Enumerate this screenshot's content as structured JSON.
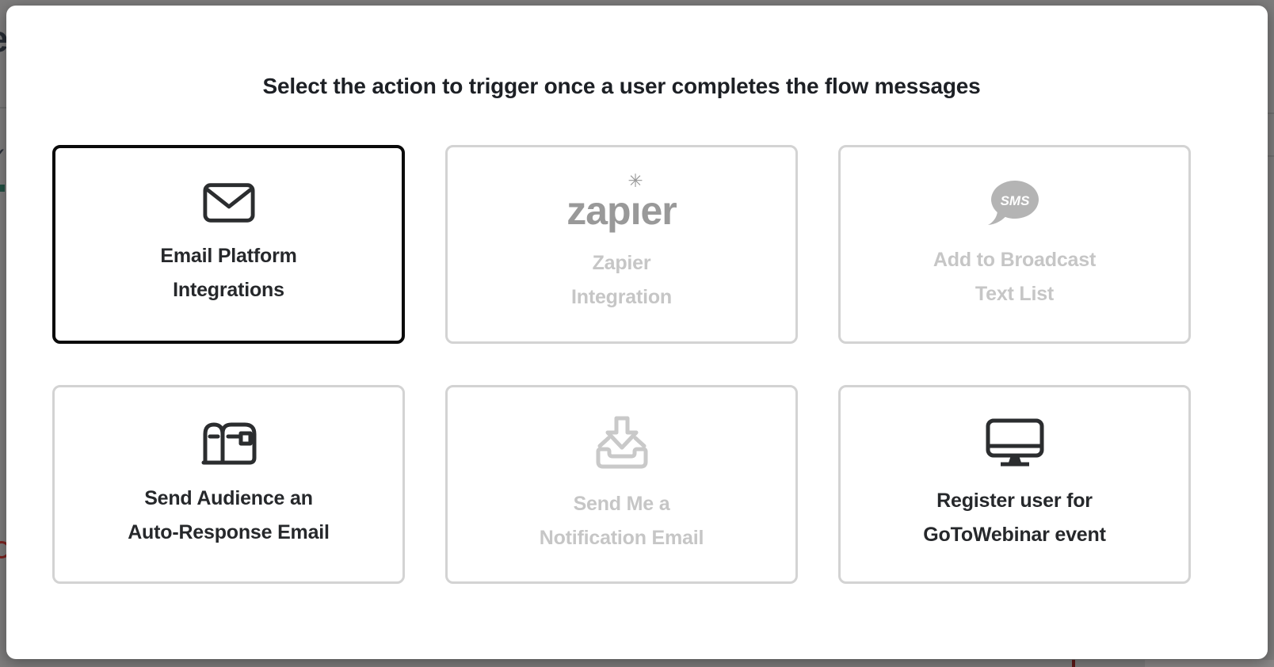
{
  "backdrop": {
    "color": "#7d7c7c",
    "fragments": {
      "letter": "e",
      "check": "✓"
    }
  },
  "modal": {
    "title": "Select the action to trigger once a user completes the flow messages",
    "cards": [
      {
        "label_line1": "Email Platform",
        "label_line2": "Integrations",
        "state": "selected",
        "icon": "envelope-icon"
      },
      {
        "label_line1": "Zapier",
        "label_line2": "Integration",
        "state": "disabled",
        "icon": "zapier-logo",
        "logo": {
          "pre": "zap",
          "stem": "ı",
          "asterisk": "✳",
          "post": "er"
        }
      },
      {
        "label_line1": "Add to Broadcast",
        "label_line2": "Text List",
        "state": "disabled",
        "icon": "sms-bubble-icon",
        "icon_text": "SMS"
      },
      {
        "label_line1": "Send Audience an",
        "label_line2": "Auto-Response Email",
        "state": "enabled",
        "icon": "mailbox-icon"
      },
      {
        "label_line1": "Send Me a",
        "label_line2": "Notification Email",
        "state": "disabled",
        "icon": "inbox-download-icon"
      },
      {
        "label_line1": "Register user for",
        "label_line2": "GoToWebinar event",
        "state": "enabled",
        "icon": "monitor-icon"
      }
    ],
    "colors": {
      "selected_border": "#0a0a0a",
      "card_border": "#d3d3d3",
      "text_dark": "#26282b",
      "text_disabled": "#c6c6c6",
      "icon_dark": "#2b2d2f",
      "icon_light": "#c9c9c9",
      "zapier_gray": "#999999",
      "sms_bubble": "#b4b4b4"
    }
  }
}
